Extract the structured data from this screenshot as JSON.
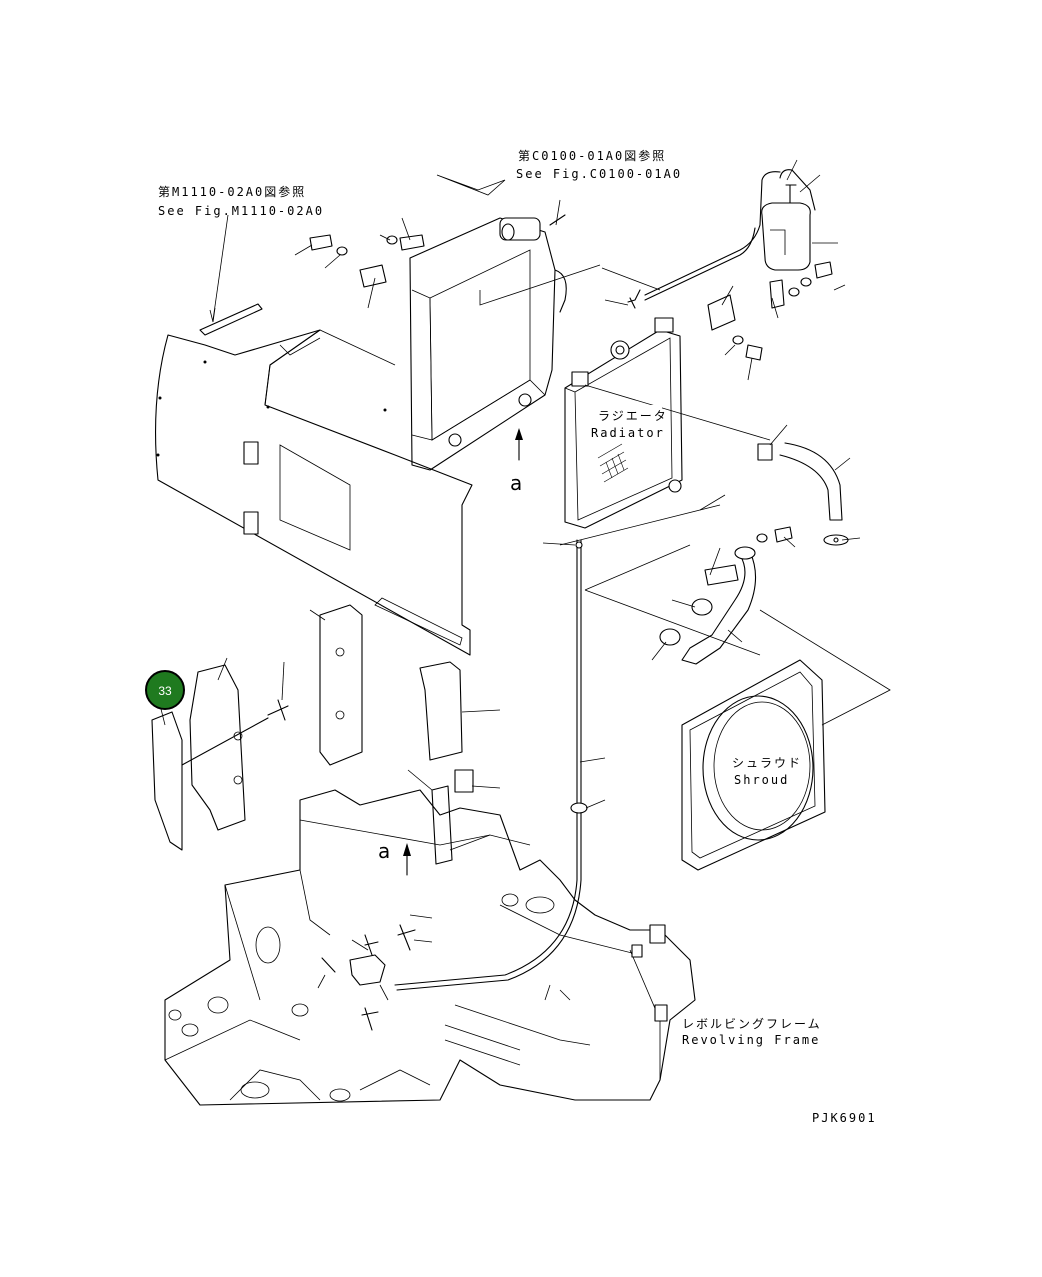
{
  "refs": {
    "fig_m1110_ja": "第M1110-02A0図参照",
    "fig_m1110_en": "See Fig.M1110-02A0",
    "fig_c0100_ja": "第C0100-01A0図参照",
    "fig_c0100_en": "See Fig.C0100-01A0"
  },
  "labels": {
    "radiator_ja": "ラジエータ",
    "radiator_en": "Radiator",
    "shroud_ja": "シュラウド",
    "shroud_en": "Shroud",
    "frame_ja": "レボルビングフレーム",
    "frame_en": "Revolving Frame",
    "view_a_upper": "a",
    "view_a_lower": "a"
  },
  "callout": {
    "number": "33",
    "color": "#1f7a1f"
  },
  "drawing_code": "PJK6901"
}
